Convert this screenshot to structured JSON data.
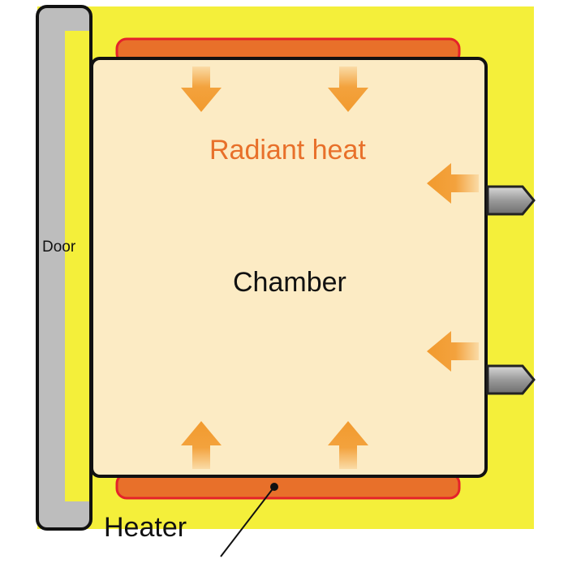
{
  "labels": {
    "radiant_heat": "Radiant heat",
    "chamber": "Chamber",
    "door": "Door",
    "heater": "Heater"
  },
  "colors": {
    "insulation": "#f4ef3a",
    "chamber": "#fcebc4",
    "heater": "#e8702a",
    "heater_edge": "#e4222a",
    "arrow": "#f29a2e",
    "door_fill": "#bdbdbd",
    "outline": "#111111",
    "radiant_text": "#e8702a"
  },
  "icons": {
    "arrow": "arrow-icon",
    "port": "port-icon"
  }
}
